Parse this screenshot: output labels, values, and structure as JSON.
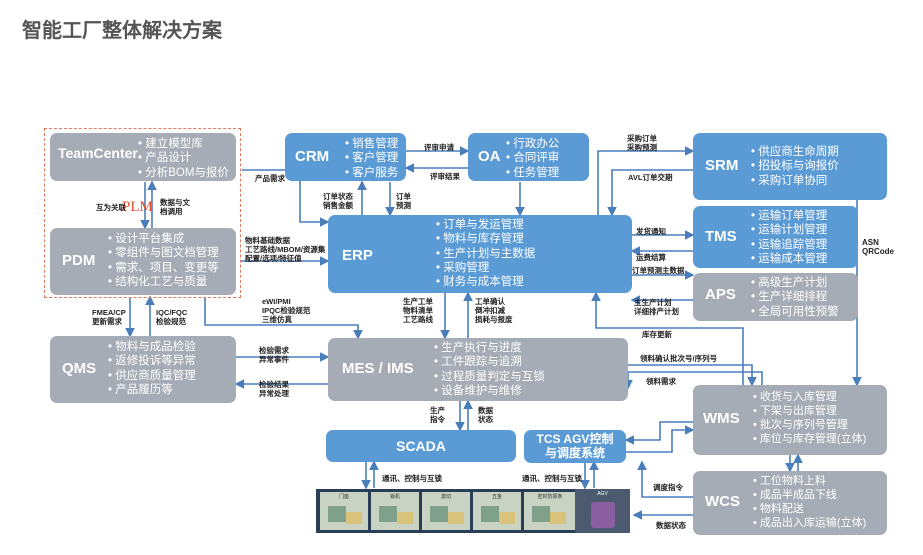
{
  "title": "智能工厂整体解决方案",
  "colors": {
    "blue_box": "#5b9bd5",
    "gray_box": "#a5acb5",
    "arrow": "#4a7ebb",
    "plm_text": "#e04c2a",
    "dash_border": "#e07a5f"
  },
  "nodes": {
    "teamcenter": {
      "name": "TeamCenter",
      "items": [
        "建立模型库",
        "产品设计",
        "分析BOM与报价"
      ]
    },
    "plm": {
      "name": "PLM"
    },
    "pdm": {
      "name": "PDM",
      "items": [
        "设计平台集成",
        "零组件与图文档管理",
        "需求、项目、变更等",
        "结构化工艺与质量"
      ]
    },
    "crm": {
      "name": "CRM",
      "items": [
        "销售管理",
        "客户管理",
        "客户服务"
      ]
    },
    "oa": {
      "name": "OA",
      "items": [
        "行政办公",
        "合同评审",
        "任务管理"
      ]
    },
    "srm": {
      "name": "SRM",
      "items": [
        "供应商生命周期",
        "招投标与询报价",
        "采购订单协同"
      ]
    },
    "erp": {
      "name": "ERP",
      "items": [
        "订单与发运管理",
        "物料与库存管理",
        "生产计划与主数据",
        "采购管理",
        "财务与成本管理"
      ]
    },
    "tms": {
      "name": "TMS",
      "items": [
        "运输订单管理",
        "运输计划管理",
        "运输追踪管理",
        "运输成本管理"
      ]
    },
    "aps": {
      "name": "APS",
      "items": [
        "高级生产计划",
        "生产详细排程",
        "全局可用性预警"
      ]
    },
    "qms": {
      "name": "QMS",
      "items": [
        "物料与成品检验",
        "返修投诉等异常",
        "供应商质量管理",
        "产品履历等"
      ]
    },
    "mes": {
      "name": "MES / IMS",
      "items": [
        "生产执行与进度",
        "工件跟踪与追溯",
        "过程质量判定与互锁",
        "设备维护与维修"
      ]
    },
    "wms": {
      "name": "WMS",
      "items": [
        "收货与入库管理",
        "下架与出库管理",
        "批次与序列号管理",
        "库位与库存管理(立体)"
      ]
    },
    "scada": {
      "name": "SCADA"
    },
    "tcs": {
      "name": "TCS AGV控制\n与调度系统"
    },
    "wcs": {
      "name": "WCS",
      "items": [
        "工位物料上料",
        "成品半成品下线",
        "物料配送",
        "成品出入库运输(立体)"
      ]
    }
  },
  "labels": {
    "tc_pdm_left": "互为关联",
    "tc_pdm_right": "数据与文\n档调用",
    "product_req": "产品需求",
    "crm_erp_a": "订单状态\n销售金额",
    "crm_erp_b": "订单\n预测",
    "crm_oa_top": "评审申请",
    "crm_oa_bottom": "评审结果",
    "srm_top": "采购订单\n采购预测",
    "avl": "AVL订单交期",
    "erp_tms_top": "发货通知",
    "erp_tms_bottom": "运费结算",
    "erp_aps_top": "订单预测主数据",
    "erp_aps_bottom": "主生产计划\n详细排产计划",
    "pdm_erp": "物料基础数据\n工艺路线/MBOM/资源集\n配置/选项/特征值",
    "asn": "ASN\nQRCode",
    "pdm_qms_left": "FMEA/CP\n更新需求",
    "pdm_qms_right": "IQC/FQC\n检验规范",
    "ewi": "eWI/PMI\nIPQC检验规范\n三维仿真",
    "erp_mes_left": "生产工单\n物料清单\n工艺路线",
    "erp_mes_right": "工单确认\n倒冲扣减\n损耗与报废",
    "stock_update": "库存更新",
    "qms_mes_top": "检验需求\n异常事件",
    "qms_mes_bottom": "检验结果\n异常处理",
    "mes_wms_top": "领料确认批次号/序列号",
    "mes_wms_bottom": "领料需求",
    "mes_scada_left": "生产\n指令",
    "mes_scada_right": "数据\n状态",
    "scada_comm": "通讯、控制与互锁",
    "tcs_comm": "通讯、控制与互锁",
    "dispatch": "调度指令",
    "data_status": "数据状态"
  },
  "equipment": [
    "门座",
    "钣机",
    "激切",
    "五金",
    "密封防振条"
  ],
  "agv_label": "AGV"
}
